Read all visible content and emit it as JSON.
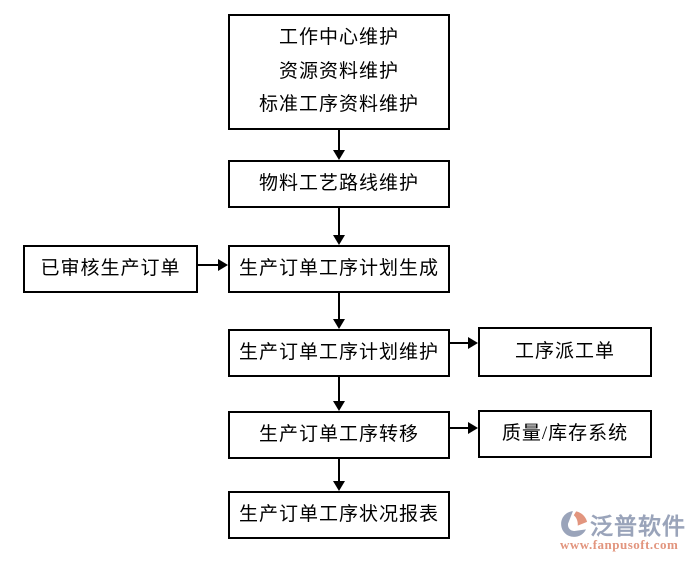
{
  "boxes": {
    "master_data": {
      "line1": "工作中心维护",
      "line2": "资源资料维护",
      "line3": "标准工序资料维护"
    },
    "routing": {
      "label": "物料工艺路线维护"
    },
    "approved_order": {
      "label": "已审核生产订单"
    },
    "plan_generate": {
      "label": "生产订单工序计划生成"
    },
    "plan_maintain": {
      "label": "生产订单工序计划维护"
    },
    "dispatch_order": {
      "label": "工序派工单"
    },
    "transfer": {
      "label": "生产订单工序转移"
    },
    "quality_inventory": {
      "label": "质量/库存系统"
    },
    "status_report": {
      "label": "生产订单工序状况报表"
    }
  },
  "edges": [
    {
      "from": "master_data",
      "to": "routing"
    },
    {
      "from": "routing",
      "to": "plan_generate"
    },
    {
      "from": "approved_order",
      "to": "plan_generate"
    },
    {
      "from": "plan_generate",
      "to": "plan_maintain"
    },
    {
      "from": "plan_maintain",
      "to": "dispatch_order"
    },
    {
      "from": "plan_maintain",
      "to": "transfer"
    },
    {
      "from": "transfer",
      "to": "quality_inventory"
    },
    {
      "from": "transfer",
      "to": "status_report"
    }
  ],
  "watermark": {
    "brand": "泛普软件",
    "url": "www.fanpusoft.com"
  },
  "colors": {
    "box_border": "#000000",
    "box_fill": "#ffffff",
    "text": "#000000",
    "brand": "#9aa4ba",
    "url": "#e2957e"
  }
}
